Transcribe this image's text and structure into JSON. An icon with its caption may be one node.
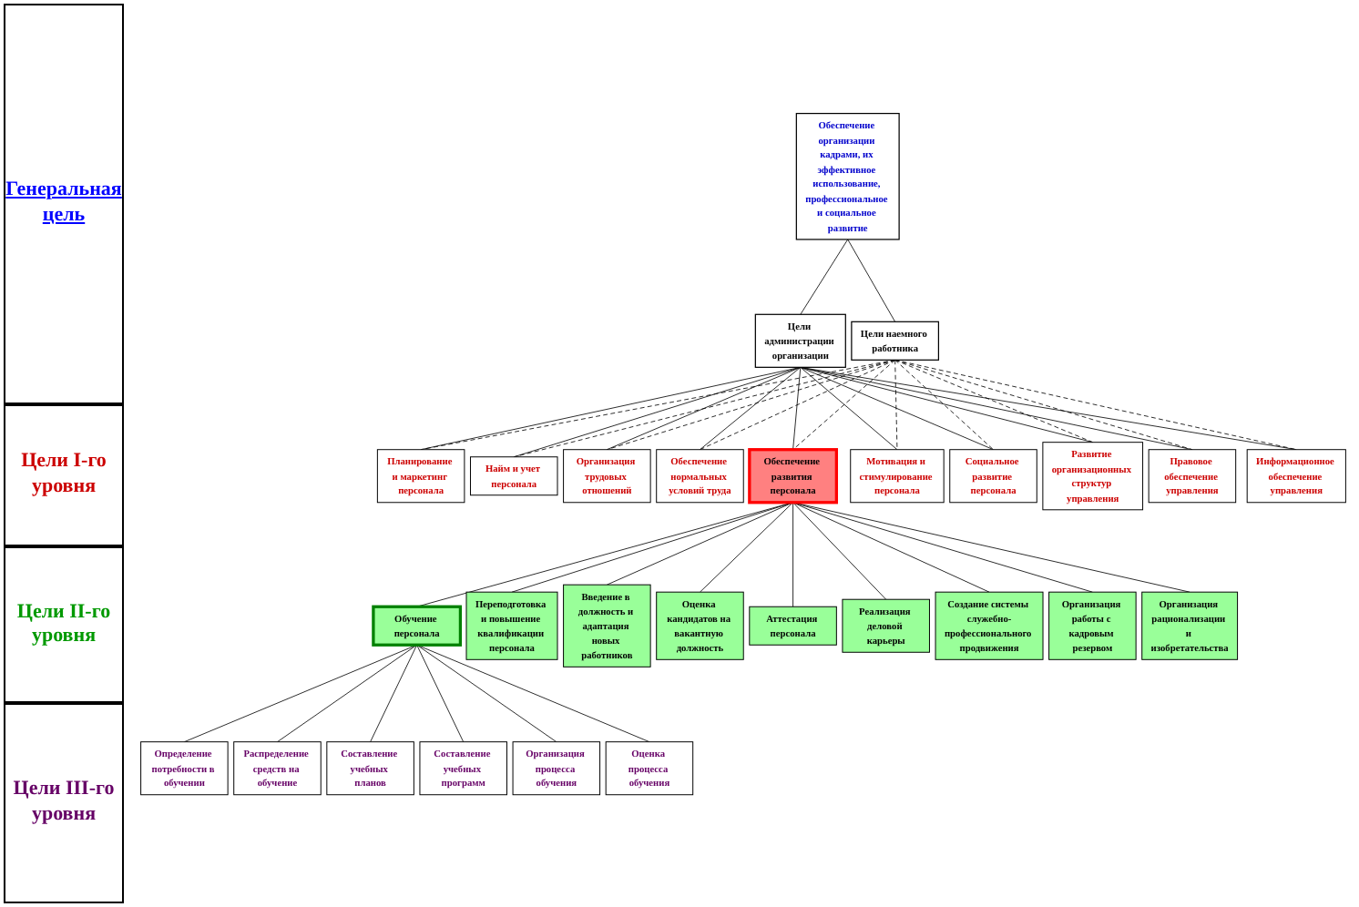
{
  "diagram": {
    "nodes": [
      {
        "text": [
          "Обеспечение организации кадрами, их эффективное использование, профессиональное и социальное развитие"
        ]
      },
      {
        "text": [
          "Цели администрации организации"
        ]
      },
      {
        "text": [
          "Цели наемного работника"
        ]
      },
      {
        "text": [
          "Планирование и маркетинг персонала"
        ]
      },
      {
        "text": [
          "Найм и учет персонала"
        ]
      },
      {
        "text": [
          "Организация трудовых отношений"
        ]
      },
      {
        "text": [
          "Обеспечение нормальных условий труда"
        ]
      },
      {
        "text": [
          "Обеспечение развития персонала"
        ]
      },
      {
        "text": [
          "Мотивация и стимулирование персонала"
        ]
      },
      {
        "text": [
          "Социальное развитие персонала"
        ]
      },
      {
        "text": [
          "Развитие организационных структур управления"
        ]
      },
      {
        "text": [
          "Правовое обеспечение управления"
        ]
      },
      {
        "text": [
          "Информационное обеспечение управления"
        ]
      },
      {
        "text": [
          "Обучение персонала"
        ]
      },
      {
        "text": [
          "Переподготовка и повышение квалификации персонала"
        ]
      },
      {
        "text": [
          "Введение в должность и адаптация новых работников"
        ]
      },
      {
        "text": [
          "Оценка кандидатов на вакантную должность"
        ]
      },
      {
        "text": [
          "Аттестация персонала"
        ]
      },
      {
        "text": [
          "Реализация деловой карьеры"
        ]
      },
      {
        "text": [
          "Создание системы служебно-профессионального продвижения"
        ]
      },
      {
        "text": [
          "Организация работы с кадровым резервом"
        ]
      },
      {
        "text": [
          "Организация рационализации и изобретательства"
        ]
      },
      {
        "text": [
          "Определение потребности в обучении"
        ]
      },
      {
        "text": [
          "Распределение средств на обучение"
        ]
      },
      {
        "text": [
          "Составление учебных планов"
        ]
      },
      {
        "text": [
          "Составление учебных программ"
        ]
      },
      {
        "text": [
          "Организация процесса обучения"
        ]
      },
      {
        "text": [
          "Оценка процесса обучения"
        ]
      }
    ],
    "edges": [
      {
        "from": 0,
        "to": 1,
        "arrow": "none"
      },
      {
        "from": 0,
        "to": 2,
        "arrow": "none"
      },
      {
        "from": 1,
        "to": 3,
        "arrow": "none"
      },
      {
        "from": 1,
        "to": 4,
        "arrow": "none"
      },
      {
        "from": 1,
        "to": 5,
        "arrow": "none"
      },
      {
        "from": 1,
        "to": 6,
        "arrow": "none"
      },
      {
        "from": 1,
        "to": 7,
        "arrow": "none"
      },
      {
        "from": 1,
        "to": 8,
        "arrow": "none"
      },
      {
        "from": 1,
        "to": 9,
        "arrow": "none"
      },
      {
        "from": 1,
        "to": 10,
        "arrow": "none"
      },
      {
        "from": 1,
        "to": 11,
        "arrow": "none"
      },
      {
        "from": 1,
        "to": 12,
        "arrow": "none"
      },
      {
        "from": 2,
        "to": 3,
        "arrow": "none",
        "style": "dashed"
      },
      {
        "from": 2,
        "to": 4,
        "arrow": "none",
        "style": "dashed"
      },
      {
        "from": 2,
        "to": 5,
        "arrow": "none",
        "style": "dashed"
      },
      {
        "from": 2,
        "to": 6,
        "arrow": "none",
        "style": "dashed"
      },
      {
        "from": 2,
        "to": 7,
        "arrow": "none",
        "style": "dashed"
      },
      {
        "from": 2,
        "to": 8,
        "arrow": "none",
        "style": "dashed"
      },
      {
        "from": 2,
        "to": 9,
        "arrow": "none",
        "style": "dashed"
      },
      {
        "from": 2,
        "to": 10,
        "arrow": "none",
        "style": "dashed"
      },
      {
        "from": 2,
        "to": 11,
        "arrow": "none",
        "style": "dashed"
      },
      {
        "from": 2,
        "to": 12,
        "arrow": "none",
        "style": "dashed"
      },
      {
        "from": 7,
        "to": 13,
        "arrow": "none"
      },
      {
        "from": 7,
        "to": 14,
        "arrow": "none"
      },
      {
        "from": 7,
        "to": 15,
        "arrow": "none"
      },
      {
        "from": 7,
        "to": 16,
        "arrow": "none"
      },
      {
        "from": 7,
        "to": 17,
        "arrow": "none"
      },
      {
        "from": 7,
        "to": 18,
        "arrow": "none"
      },
      {
        "from": 7,
        "to": 19,
        "arrow": "none"
      },
      {
        "from": 7,
        "to": 20,
        "arrow": "none"
      },
      {
        "from": 7,
        "to": 21,
        "arrow": "none"
      },
      {
        "from": 13,
        "to": 22,
        "arrow": "none"
      },
      {
        "from": 13,
        "to": 23,
        "arrow": "none"
      },
      {
        "from": 13,
        "to": 24,
        "arrow": "none"
      },
      {
        "from": 13,
        "to": 25,
        "arrow": "none"
      },
      {
        "from": 13,
        "to": 26,
        "arrow": "none"
      },
      {
        "from": 13,
        "to": 27,
        "arrow": "none"
      }
    ],
    "labels": [
      "Генеральная цель",
      "Цели I-го уровня",
      "Цели II-го уровня",
      "Цели III-го уровня"
    ]
  }
}
